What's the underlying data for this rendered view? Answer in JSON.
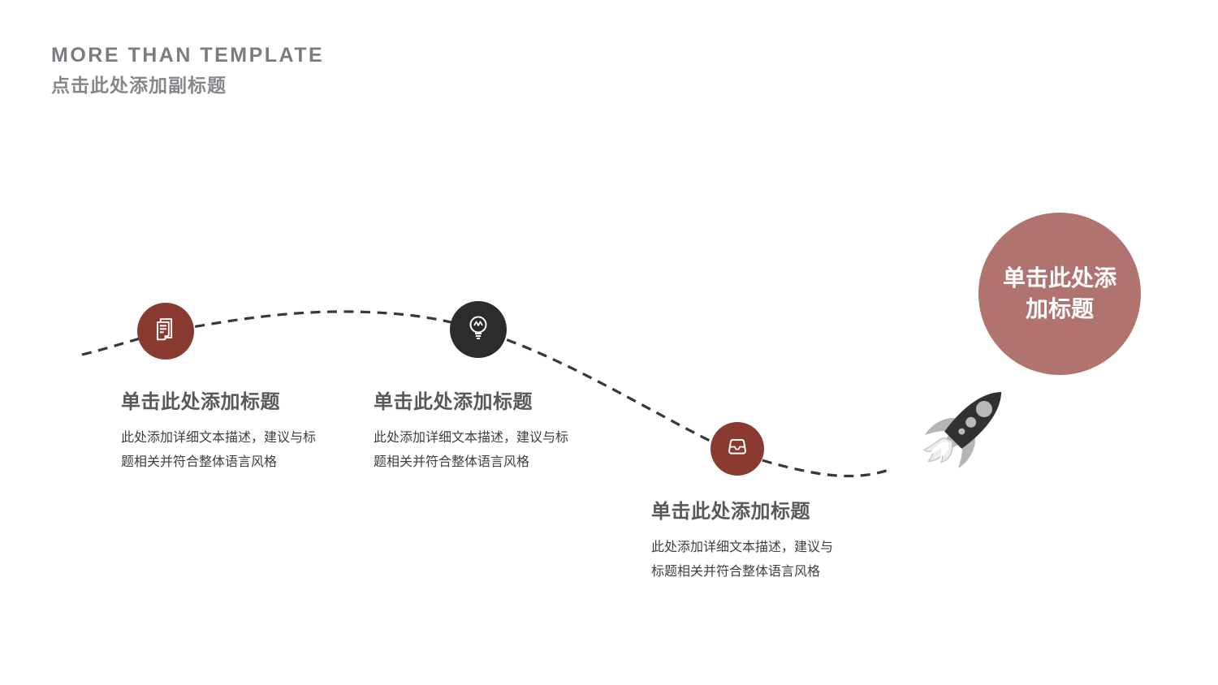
{
  "header": {
    "title": "MORE THAN TEMPLATE",
    "subtitle": "点击此处添加副标题"
  },
  "steps": [
    {
      "icon": "document-icon",
      "title": "单击此处添加标题",
      "body_line1": "此处添加详细文本描述，建议与标",
      "body_line2": "题相关并符合整体语言风格"
    },
    {
      "icon": "lightbulb-icon",
      "title": "单击此处添加标题",
      "body_line1": "此处添加详细文本描述，建议与标",
      "body_line2": "题相关并符合整体语言风格"
    },
    {
      "icon": "inbox-icon",
      "title": "单击此处添加标题",
      "body_line1": "此处添加详细文本描述，建议与",
      "body_line2": "标题相关并符合整体语言风格"
    }
  ],
  "main_circle": {
    "line1": "单击此处添",
    "line2": "加标题"
  },
  "decor": {
    "rocket": "rocket-icon",
    "curve": "dashed-timeline-curve"
  },
  "colors": {
    "accent_red": "#8A3A30",
    "rose": "#B0736E",
    "dark": "#2D2C2C",
    "title_gray": "#797C80",
    "heading_gray": "#595959",
    "body_gray": "#3E3E3E",
    "dash": "#383838"
  }
}
